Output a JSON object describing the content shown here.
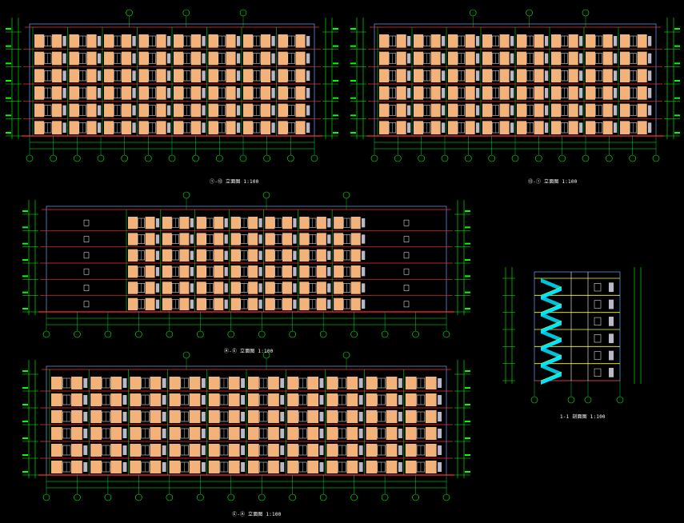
{
  "colors": {
    "background": "#000000",
    "floor_line": "#ff2a2a",
    "dimension": "#00ff00",
    "grid_axis": "#00ff66",
    "outline": "#5fa8ff",
    "window_frame": "#ffffff",
    "wall_panel": "#f2b27a",
    "balcony_panel": "#b8b8c8",
    "stair": "#00e5ff",
    "stair_rail": "#ffff00",
    "title_text": "#ffffff",
    "axis_bubble": "#00ff00"
  },
  "drawings": [
    {
      "id": "elevation-top-left",
      "type": "elevation",
      "floors": 6,
      "bays": 8,
      "axis_count": 13,
      "caption": "①-⑬ 立面图 1:100"
    },
    {
      "id": "elevation-top-right",
      "type": "elevation",
      "floors": 6,
      "bays": 8,
      "axis_count": 13,
      "caption": "⑬-① 立面图 1:100"
    },
    {
      "id": "elevation-middle",
      "type": "elevation",
      "floors": 6,
      "bays": 7,
      "axis_count": 14,
      "side_wings": true,
      "caption": "Ⓐ-Ⓔ 立面图 1:100"
    },
    {
      "id": "elevation-bottom",
      "type": "elevation",
      "floors": 6,
      "bays": 10,
      "axis_count": 14,
      "caption": "Ⓔ-Ⓐ 立面图 1:100"
    },
    {
      "id": "section-1-1",
      "type": "section",
      "floors": 6,
      "caption": "1-1 剖面图 1:100"
    }
  ]
}
